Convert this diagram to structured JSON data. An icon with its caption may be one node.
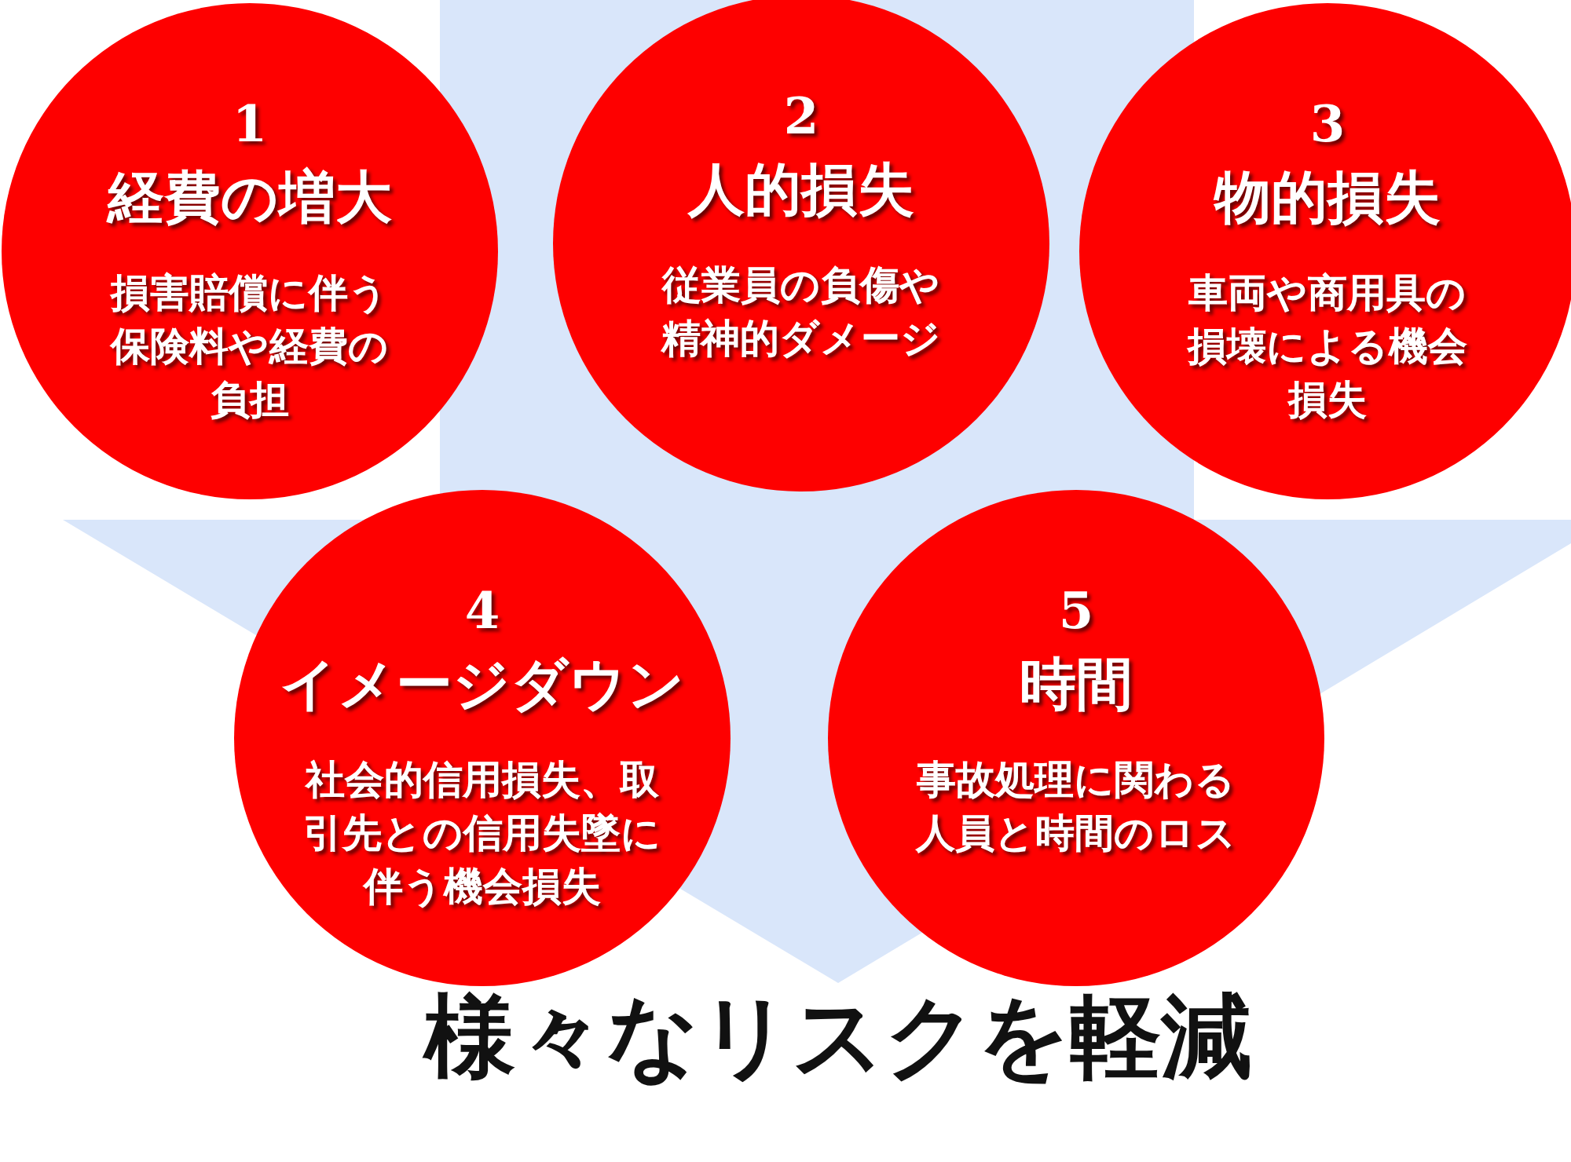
{
  "diagram": {
    "nodes": [
      {
        "text": [
          "1",
          "経費の増大",
          "損害賠償に伴う保険料や経費の負担"
        ]
      },
      {
        "text": [
          "2",
          "人的損失",
          "従業員の負傷や精神的ダメージ"
        ]
      },
      {
        "text": [
          "3",
          "物的損失",
          "車両や商用具の損壊による機会損失"
        ]
      },
      {
        "text": [
          "4",
          "イメージダウン",
          "社会的信用損失、取引先との信用失墜に伴う機会損失"
        ]
      },
      {
        "text": [
          "5",
          "時間",
          "事故処理に関わる人員と時間のロス"
        ]
      },
      {
        "text": [
          "様々なリスクを軽減"
        ]
      }
    ],
    "edges": [
      {
        "from": null,
        "to": 5,
        "arrow": "to"
      }
    ]
  }
}
